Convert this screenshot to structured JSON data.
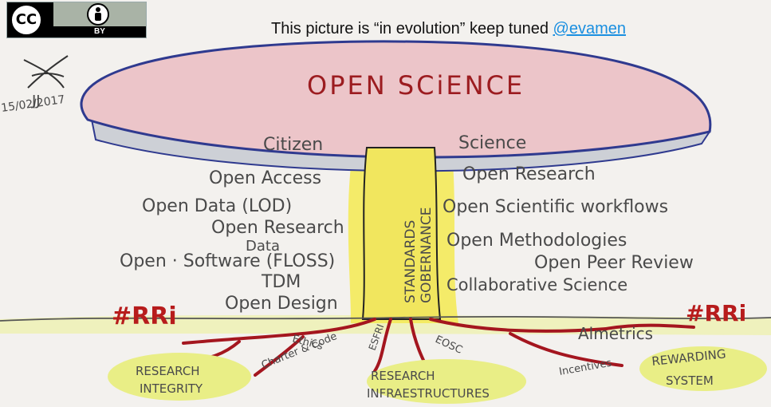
{
  "license": {
    "badge": "CC",
    "by_label": "BY"
  },
  "banner": {
    "text": "This picture is “in evolution” keep tuned ",
    "handle": "@evamen"
  },
  "signature": {
    "initials": "JJ",
    "date": "15/02/2017"
  },
  "cap": {
    "title": "OPEN SCiENCE",
    "left_label": "Citizen",
    "right_label": "Science"
  },
  "stem": {
    "lines": [
      "STANDARDS",
      "GOBERNANCE"
    ]
  },
  "left_practices": [
    "Open Access",
    "Open Data (LOD)",
    "Open Research",
    "Data",
    "Open · Software (FLOSS)",
    "TDM",
    "Open Design"
  ],
  "right_practices": [
    "Open Research",
    "Open Scientific workflows",
    "Open Methodologies",
    "Open Peer Review",
    "Collaborative Science"
  ],
  "ground": {
    "left_tag": "#RRi",
    "right_tag": "#RRi"
  },
  "roots": [
    "Ethics",
    "Charter & Code",
    "ESFRI",
    "EOSC",
    "Almetrics",
    "Incentives"
  ],
  "foundations": {
    "left": [
      "RESEARCH",
      "INTEGRITY"
    ],
    "center": [
      "RESEARCH",
      "INFRAESTRUCTURES"
    ],
    "right": [
      "REWARDING",
      "SYSTEM"
    ]
  },
  "colors": {
    "cap_fill": "#ecc5c9",
    "cap_stroke": "#2f3a8f",
    "underside": "#cdd0d6",
    "stem_glow": "#f4ea5a",
    "root": "#a4161f",
    "blob": "#e9ee86",
    "ground_line": "#555555"
  }
}
